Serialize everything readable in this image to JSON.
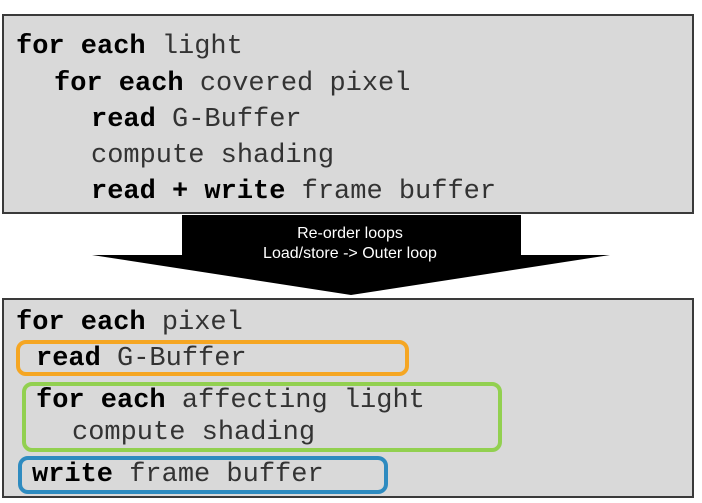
{
  "top_code": {
    "l1_kw": "for each",
    "l1_rest": " light",
    "l2_kw": "for each",
    "l2_rest": " covered pixel",
    "l3_kw": "read",
    "l3_rest": " G-Buffer",
    "l4_rest": "compute shading",
    "l5_kw": "read + write",
    "l5_rest": " frame buffer"
  },
  "arrow": {
    "line1": "Re-order loops",
    "line2": "Load/store -> Outer loop",
    "color": "#000000"
  },
  "bottom_code": {
    "l1_kw": "for each",
    "l1_rest": " pixel",
    "l2_kw": "read",
    "l2_rest": " G-Buffer",
    "l3_kw": "for each",
    "l3_rest": " affecting light",
    "l4_rest": "compute shading",
    "l5_kw": "write",
    "l5_rest": " frame buffer"
  },
  "highlight_colors": {
    "read_gbuffer": "#f5a623",
    "light_loop": "#92d050",
    "write_framebuffer": "#2e8bc0"
  },
  "box_colors": {
    "background": "#d9d9d9",
    "border": "#3a3a3a"
  }
}
